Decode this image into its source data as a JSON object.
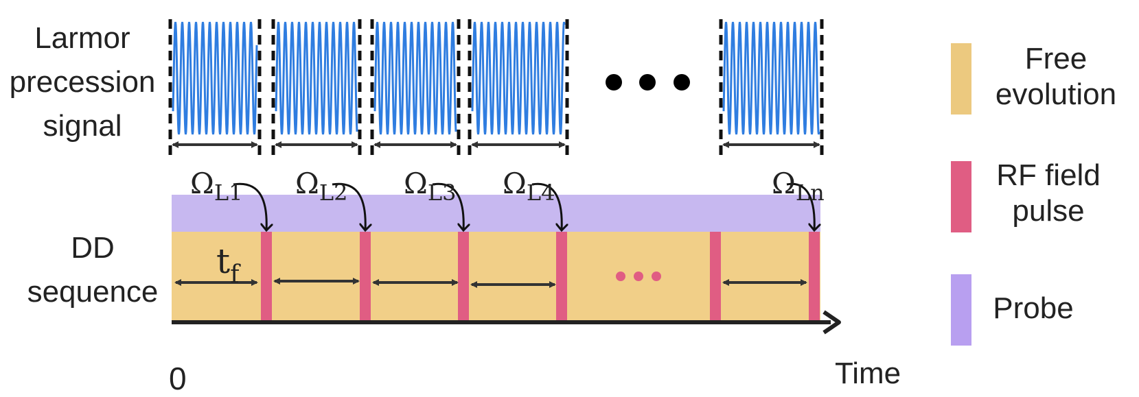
{
  "labels": {
    "larmor_signal": [
      "Larmor",
      "precession",
      "signal"
    ],
    "dd_sequence": [
      "DD",
      "sequence"
    ],
    "axis_origin": "0",
    "axis_end": "Time",
    "free_time_symbol": "t",
    "free_time_sub": "f",
    "omega_symbol": "Ω",
    "omega_subscripts": [
      "L1",
      "L2",
      "L3",
      "L4",
      "Ln"
    ]
  },
  "legend": [
    {
      "key": "free",
      "lines": [
        "Free",
        "evolution"
      ],
      "color": "#ecc97f"
    },
    {
      "key": "rf",
      "lines": [
        "RF field",
        "pulse"
      ],
      "color": "#e05d83"
    },
    {
      "key": "probe",
      "lines": [
        "Probe"
      ],
      "color": "#b89ff0"
    }
  ],
  "colors": {
    "signal": "#2f7de0",
    "probe": "#c7b8f0",
    "free": "#f1cf88",
    "rf": "#e05d83",
    "arrow": "#333333",
    "dashed": "#111111"
  },
  "icons": {
    "ellipsis_signal": "three-black-dots",
    "ellipsis_sequence": "three-pink-dots"
  }
}
